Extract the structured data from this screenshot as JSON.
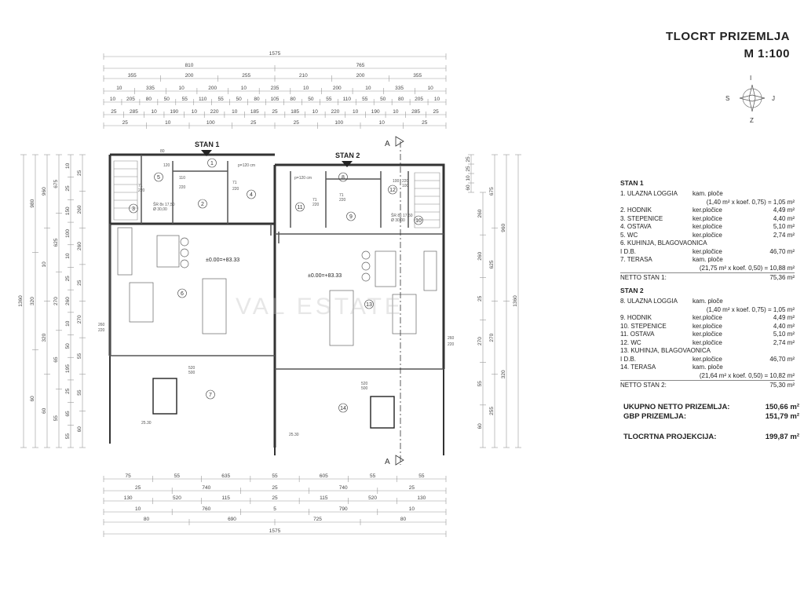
{
  "title": {
    "line1": "TLOCRT  PRIZEMLJA",
    "line2": "M 1:100"
  },
  "compass": {
    "I": "I",
    "S": "S",
    "J": "J",
    "Z": "Z"
  },
  "section_marker": "A",
  "stan_labels": {
    "stan1": "STAN 1",
    "stan2": "STAN 2"
  },
  "levels": {
    "left": "±0.00=+83.33",
    "right": "±0.00=+83.33"
  },
  "watermark": "VAL ESTATE",
  "dims": {
    "top": {
      "r1": [
        "1575"
      ],
      "r2": [
        "810",
        "765"
      ],
      "r3": [
        "355",
        "200",
        "255",
        "210",
        "200",
        "355"
      ],
      "r4": [
        "10",
        "335",
        "10",
        "200",
        "10",
        "235",
        "10",
        "200",
        "10",
        "335",
        "10"
      ],
      "r5": [
        "10",
        "205",
        "80",
        "50",
        "55",
        "110",
        "55",
        "50",
        "80",
        "105",
        "80",
        "50",
        "55",
        "110",
        "55",
        "50",
        "80",
        "205",
        "10"
      ],
      "r6": [
        "25",
        "285",
        "10",
        "190",
        "10",
        "220",
        "10",
        "185",
        "25",
        "185",
        "10",
        "220",
        "10",
        "190",
        "10",
        "285",
        "25"
      ],
      "r6b": [
        "25",
        "10",
        "100",
        "25",
        "25",
        "100",
        "10",
        "25"
      ]
    },
    "bottom": {
      "b1": [
        "75",
        "55",
        "635",
        "55",
        "605",
        "55",
        "55"
      ],
      "b2": [
        "25",
        "740",
        "25",
        "740",
        "25"
      ],
      "b3": [
        "130",
        "520",
        "115",
        "25",
        "115",
        "520",
        "130"
      ],
      "b4": [
        "10",
        "760",
        "5",
        "790",
        "10"
      ],
      "b5": [
        "80",
        "690",
        "725",
        "80"
      ],
      "b6": [
        "1575"
      ]
    },
    "left": {
      "l1": "1360",
      "l2": [
        "980",
        "320",
        "60"
      ],
      "l3": [
        "960",
        "10",
        "320",
        "60"
      ],
      "l4": [
        "675",
        "625",
        "270",
        "65",
        "55"
      ],
      "l5": [
        "10",
        "25",
        "150",
        "100",
        "10",
        "25",
        "260",
        "10",
        "50",
        "195",
        "25",
        "65",
        "55"
      ],
      "l6": [
        "25",
        "260",
        "260",
        "25",
        "270",
        "55",
        "55",
        "60"
      ]
    },
    "right": {
      "r1": [
        "25",
        "25",
        "10",
        "60"
      ],
      "r2": [
        "260",
        "260",
        "25",
        "270",
        "55",
        "60"
      ],
      "r3": [
        "675",
        "625",
        "270",
        "255"
      ],
      "r4": [
        "960",
        "320"
      ],
      "r5": [
        "1360"
      ]
    },
    "inner": [
      "80",
      "120",
      "110",
      "220",
      "71",
      "220",
      "p=120 cm",
      "71",
      "220",
      "ŠR 8x 17,50",
      "ŠR 8x 17,50",
      "Ø 30,00",
      "Ø 30,00",
      "260",
      "220",
      "260",
      "220",
      "520",
      "500",
      "520",
      "500",
      "25.30",
      "25.30",
      "p=120 cm",
      "71",
      "220",
      "71",
      "220",
      "100",
      "220",
      "100"
    ]
  },
  "rooms": [
    "1",
    "2",
    "3",
    "4",
    "5",
    "6",
    "7",
    "8",
    "9",
    "10",
    "11",
    "12",
    "13",
    "14"
  ],
  "legend": {
    "stan1": {
      "heading": "STAN 1",
      "rows": [
        {
          "name": "1. ULAZNA LOGGIA",
          "mat": "kam. ploče",
          "area": ""
        },
        {
          "sub": "(1,40 m² x koef. 0,75) = 1,05 m²"
        },
        {
          "name": "2. HODNIK",
          "mat": "ker.pločice",
          "area": "4,49 m²"
        },
        {
          "name": "3. STEPENICE",
          "mat": "ker.pločice",
          "area": "4,40 m²"
        },
        {
          "name": "4. OSTAVA",
          "mat": "ker.pločice",
          "area": "5,10 m²"
        },
        {
          "name": "5. WC",
          "mat": "ker.pločice",
          "area": "2,74 m²"
        },
        {
          "name": "6. KUHINJA, BLAGOVAONICA",
          "mat": "",
          "area": ""
        },
        {
          "name": "   I D.B.",
          "mat": "ker.pločice",
          "area": "46,70 m²"
        },
        {
          "name": "7. TERASA",
          "mat": "kam. ploče",
          "area": ""
        },
        {
          "sub": "(21,75 m² x koef. 0,50) = 10,88 m²"
        }
      ],
      "net_label": "NETTO STAN 1:",
      "net_value": "75,36 m²"
    },
    "stan2": {
      "heading": "STAN 2",
      "rows": [
        {
          "name": "8. ULAZNA LOGGIA",
          "mat": "kam. ploče",
          "area": ""
        },
        {
          "sub": "(1,40 m² x koef. 0,75) = 1,05 m²"
        },
        {
          "name": "9. HODNIK",
          "mat": "ker.pločice",
          "area": "4,49 m²"
        },
        {
          "name": "10. STEPENICE",
          "mat": "ker.pločice",
          "area": "4,40 m²"
        },
        {
          "name": "11. OSTAVA",
          "mat": "ker.pločice",
          "area": "5,10 m²"
        },
        {
          "name": "12. WC",
          "mat": "ker.pločice",
          "area": "2,74 m²"
        },
        {
          "name": "13. KUHINJA, BLAGOVAONICA",
          "mat": "",
          "area": ""
        },
        {
          "name": "   I D.B.",
          "mat": "ker.pločice",
          "area": "46,70 m²"
        },
        {
          "name": "14. TERASA",
          "mat": "kam. ploče",
          "area": ""
        },
        {
          "sub": "(21,64 m² x koef. 0,50) = 10,82 m²"
        }
      ],
      "net_label": "NETTO STAN 2:",
      "net_value": "75,30 m²"
    }
  },
  "totals": {
    "ukupno_label": "UKUPNO NETTO PRIZEMLJA:",
    "ukupno_value": "150,66 m²",
    "gbp_label": "GBP PRIZEMLJA:",
    "gbp_value": "151,79 m²",
    "tlocrtna_label": "TLOCRTNA PROJEKCIJA:",
    "tlocrtna_value": "199,87 m²"
  }
}
